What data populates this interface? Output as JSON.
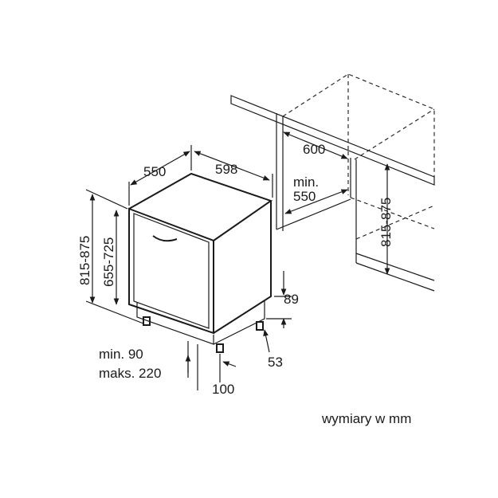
{
  "dimensions": {
    "depth": "550",
    "width": "598",
    "niche_width": "600",
    "niche_depth_line1": "min.",
    "niche_depth_line2": "550",
    "height_total": "815-875",
    "height_body": "655-725",
    "niche_height": "815-875",
    "plinth_height": "89",
    "foot_height": "53",
    "plinth_setback_line1": "min. 90",
    "plinth_setback_line2": "maks. 220",
    "plinth_depth": "100"
  },
  "caption": "wymiary w mm",
  "colors": {
    "line": "#1a1a1a",
    "background": "#ffffff"
  }
}
